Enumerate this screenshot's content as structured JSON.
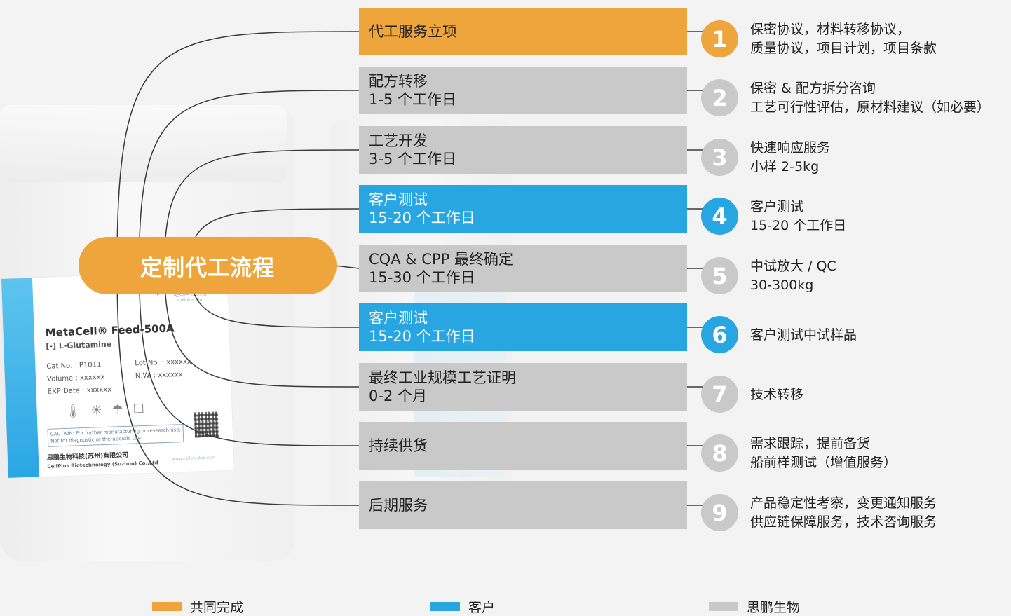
{
  "center": {
    "label": "定制代工流程"
  },
  "colors": {
    "orange": "#eea63c",
    "blue": "#27a6e2",
    "gray": "#c9c9c9"
  },
  "steps": [
    {
      "number": "1",
      "color": "orange",
      "title": "代工服务立项",
      "duration": "",
      "desc": [
        "保密协议，材料转移协议，",
        "质量协议，项目计划，项目条款"
      ]
    },
    {
      "number": "2",
      "color": "gray",
      "title": "配方转移",
      "duration": "1-5 个工作日",
      "desc": [
        "保密 & 配方拆分咨询",
        "工艺可行性评估，原材料建议（如必要）"
      ]
    },
    {
      "number": "3",
      "color": "gray",
      "title": "工艺开发",
      "duration": "3-5 个工作日",
      "desc": [
        "快速响应服务",
        "小样 2-5kg"
      ]
    },
    {
      "number": "4",
      "color": "blue",
      "title": "客户测试",
      "duration": "15-20 个工作日",
      "desc": [
        "客户测试",
        "15-20 个工作日"
      ]
    },
    {
      "number": "5",
      "color": "gray",
      "title": "CQA & CPP 最终确定",
      "duration": "15-30 个工作日",
      "desc": [
        "中试放大 / QC",
        "30-300kg"
      ]
    },
    {
      "number": "6",
      "color": "blue",
      "title": "客户测试",
      "duration": "15-20 个工作日",
      "desc": [
        "客户测试中试样品",
        ""
      ]
    },
    {
      "number": "7",
      "color": "gray",
      "title": "最终工业规模工艺证明",
      "duration": "0-2 个月",
      "desc": [
        "技术转移",
        ""
      ]
    },
    {
      "number": "8",
      "color": "gray",
      "title": "持续供货",
      "duration": "",
      "desc": [
        "需求跟踪，提前备货",
        "船前样测试（增值服务）"
      ]
    },
    {
      "number": "9",
      "color": "gray",
      "title": "后期服务",
      "duration": "",
      "desc": [
        "产品稳定性考察，变更通知服务",
        "供应链保障服务，技术咨询服务"
      ]
    }
  ],
  "legend": [
    {
      "color": "orange",
      "label": "共同完成"
    },
    {
      "color": "blue",
      "label": "客户"
    },
    {
      "color": "gray",
      "label": "思鹏生物"
    }
  ],
  "product_label": {
    "brand": "思鹏生物",
    "brand_en": "Cellplus Bio",
    "product": "MetaCell® Feed-500A",
    "sub": "[-] L-Glutamine",
    "cat": "Cat  No. : P1011",
    "lot": "Lot  No. : xxxxxx",
    "volume": "Volume    : xxxxxx",
    "nw": "N.W.     : xxxxxx",
    "exp": "EXP Date : xxxxxx",
    "caution1": "CAUTION: For further manufacturing or research use,",
    "caution2": "Not for diagnostic or therapeutic use.",
    "company": "思鹏生物科技(苏州)有限公司",
    "company_en": "CellPlus Biotechnology (Suzhou) Co.,Ltd",
    "web": "www.cellplusbio.com"
  }
}
